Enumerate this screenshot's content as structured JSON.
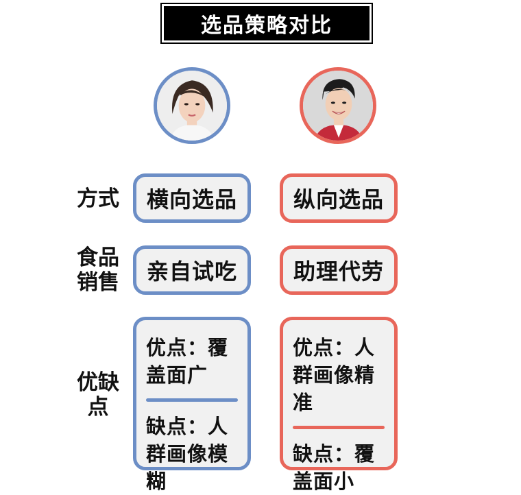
{
  "title": "选品策略对比",
  "colors": {
    "left_accent": "#6c8ec6",
    "right_accent": "#e8665a",
    "box_fill": "#f1f1f1"
  },
  "rows": {
    "method": {
      "label": "方式",
      "left": "横向选品",
      "right": "纵向选品"
    },
    "food": {
      "label_line1": "食品",
      "label_line2": "销售",
      "left": "亲自试吃",
      "right": "助理代劳"
    },
    "proscons": {
      "label_line1": "优缺",
      "label_line2": "点",
      "left": {
        "pros": "优点：覆盖面广",
        "cons": "缺点：人群画像模糊"
      },
      "right": {
        "pros": "优点：人群画像精准",
        "cons": "缺点：覆盖面小"
      }
    }
  }
}
